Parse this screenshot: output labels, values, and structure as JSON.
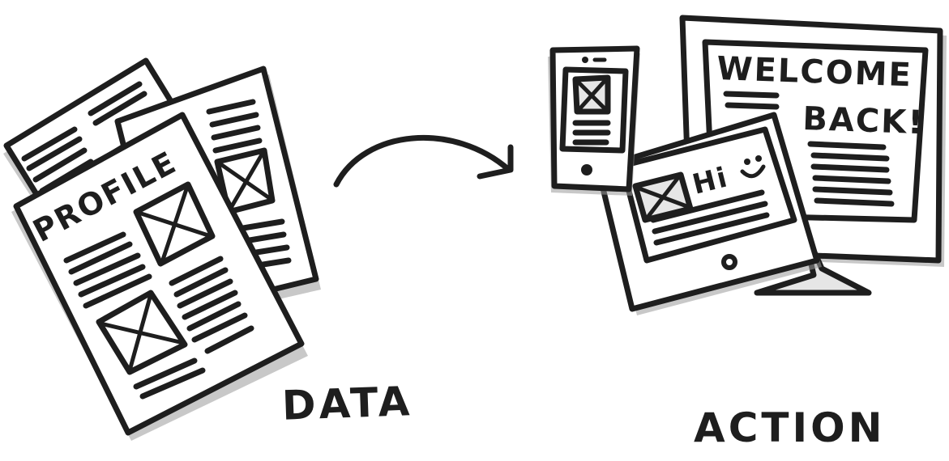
{
  "illustration": {
    "left_group": {
      "caption": "DATA",
      "documents": [
        {
          "name": "back-document",
          "heading": ""
        },
        {
          "name": "middle-document",
          "heading": ""
        },
        {
          "name": "profile-document",
          "heading": "PROFILE"
        }
      ]
    },
    "arrow": {
      "direction": "right",
      "meaning": "data-to-action"
    },
    "right_group": {
      "caption": "ACTION",
      "devices": [
        {
          "name": "phone",
          "screen_text": ""
        },
        {
          "name": "tablet",
          "screen_text": "Hi",
          "emoticon": "smile"
        },
        {
          "name": "desktop-monitor",
          "screen_text_line1": "WELCOME",
          "screen_text_line2": "BACK!"
        }
      ]
    },
    "colors": {
      "ink": "#1e1e1e",
      "background": "#ffffff",
      "shading": "#9a9a9a"
    }
  }
}
